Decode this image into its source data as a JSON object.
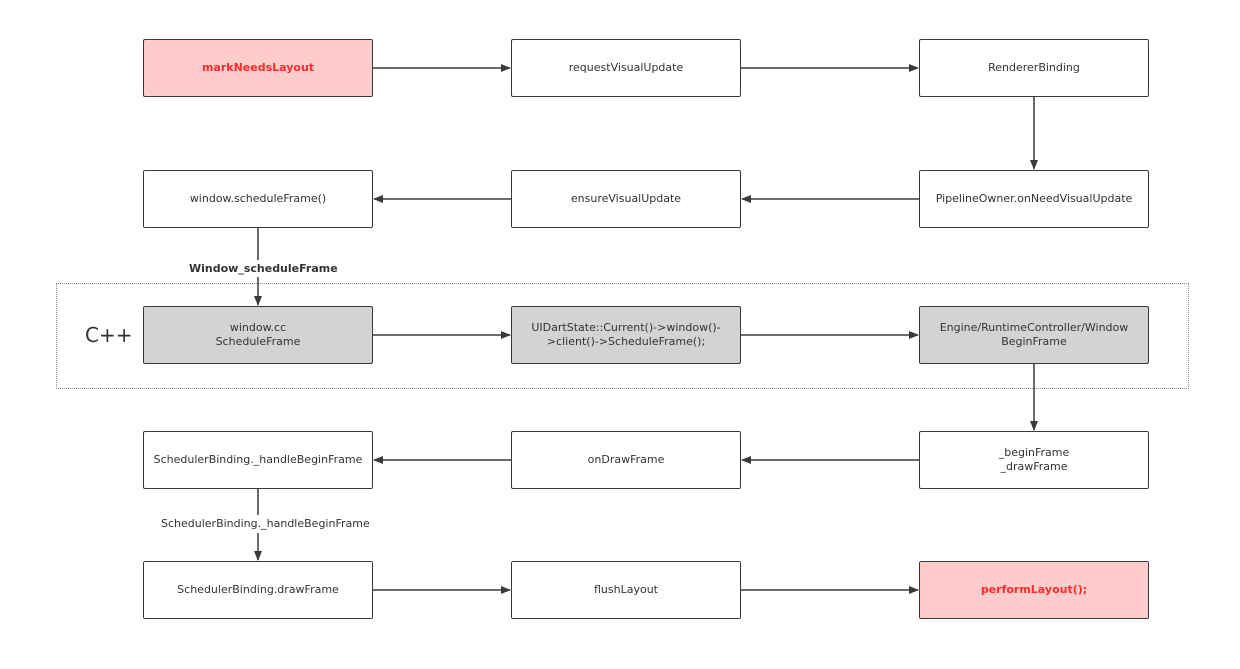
{
  "diagram": {
    "cpp_label": "C++",
    "nodes": {
      "mark_needs_layout": "markNeedsLayout",
      "request_visual_update": "requestVisualUpdate",
      "renderer_binding": "RendererBinding",
      "pipeline_owner": "PipelineOwner.onNeedVisualUpdate",
      "ensure_visual_update": "ensureVisualUpdate",
      "window_schedule_frame": "window.scheduleFrame()",
      "window_cc": "window.cc\nScheduleFrame",
      "ui_dart_state": "UIDartState::Current()->window()-\n>client()->ScheduleFrame();",
      "engine": "Engine/RuntimeController/Window\nBeginFrame",
      "begin_frame": "_beginFrame\n_drawFrame",
      "on_draw_frame": "onDrawFrame",
      "handle_begin_frame": "SchedulerBinding._handleBeginFrame",
      "draw_frame": "SchedulerBinding.drawFrame",
      "flush_layout": "flushLayout",
      "perform_layout": "performLayout();"
    },
    "edge_labels": {
      "window_schedule_frame": "Window_scheduleFrame",
      "handle_begin_frame": "SchedulerBinding._handleBeginFrame"
    },
    "colors": {
      "highlight_fill": "#ffcccc",
      "highlight_text": "#ff2b2b",
      "native_fill": "#d3d3d3",
      "stroke": "#3a3a3a"
    }
  }
}
